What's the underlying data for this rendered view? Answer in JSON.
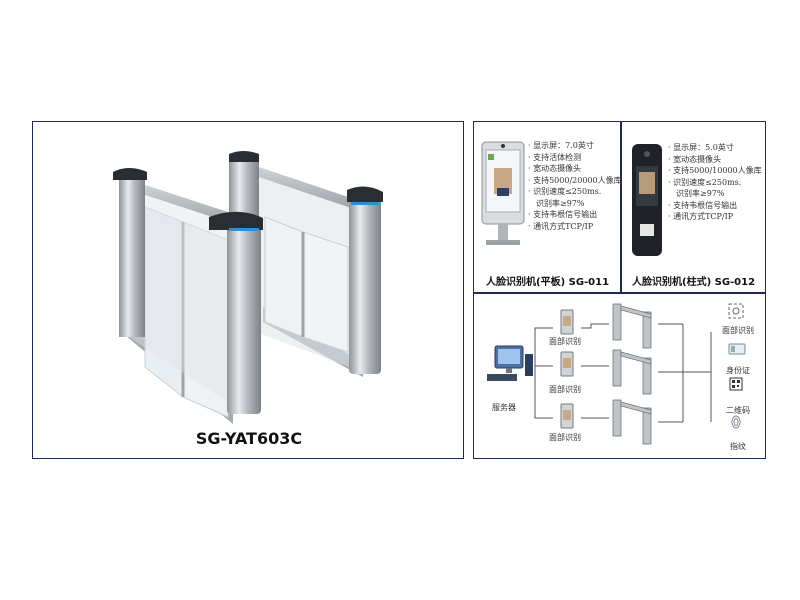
{
  "gate": {
    "model": "SG-YAT603C"
  },
  "tablet": {
    "title": "人脸识别机(平板) SG-011",
    "specs": [
      "显示屏：7.0英寸",
      "支持活体检测",
      "宽动态摄像头",
      "支持5000/20000人像库",
      "识别速度≤250ms.",
      "识别率≥97%",
      "支持韦根信号输出",
      "通讯方式TCP/IP"
    ]
  },
  "column": {
    "title": "人脸识别机(柱式) SG-012",
    "specs": [
      "显示屏：5.0英寸",
      "宽动态摄像头",
      "支持5000/10000人像库",
      "识别速度≤250ms.",
      "识别率≥97%",
      "支持韦根信号输出",
      "通讯方式TCP/IP"
    ]
  },
  "diagram": {
    "server_label": "服务器",
    "face_labels": [
      "面部识别",
      "面部识别",
      "面部识别"
    ],
    "methods": [
      "面部识别",
      "身份证",
      "二维码",
      "指纹"
    ]
  },
  "colors": {
    "border": "#1f2a5a",
    "steel": "#b9bec3",
    "accent_blue": "#2f8fd6"
  },
  "icons": [
    "face-scan-icon",
    "id-card-icon",
    "qr-code-icon",
    "fingerprint-icon",
    "computer-icon"
  ]
}
